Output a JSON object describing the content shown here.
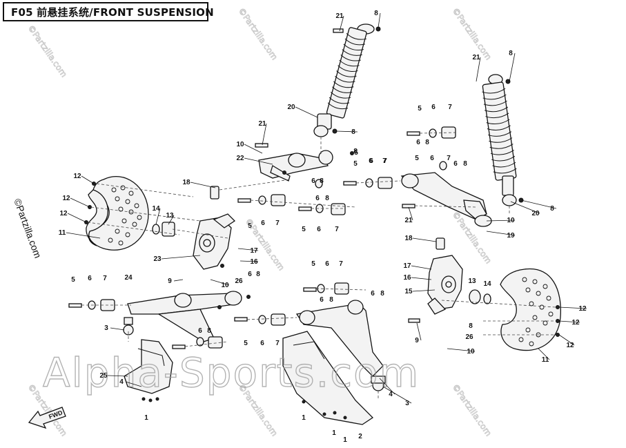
{
  "header": {
    "title": "F05 前悬挂系统/FRONT SUSPENSION"
  },
  "watermarks": {
    "main": "Alpha-Sports.com",
    "side": "©Partzilla.com",
    "corner": "©Partzilla.com"
  },
  "direction_label": "FWD",
  "callouts": [
    {
      "id": "c21a",
      "label": "21"
    },
    {
      "id": "c8a",
      "label": "8"
    },
    {
      "id": "c20a",
      "label": "20"
    },
    {
      "id": "c8b",
      "label": "8"
    },
    {
      "id": "c21b",
      "label": "21"
    },
    {
      "id": "c10a",
      "label": "10"
    },
    {
      "id": "c22",
      "label": "22"
    },
    {
      "id": "c8c",
      "label": "8"
    },
    {
      "id": "c5a",
      "label": "5"
    },
    {
      "id": "c6a",
      "label": "6"
    },
    {
      "id": "c7a",
      "label": "7"
    },
    {
      "id": "c18a",
      "label": "18"
    },
    {
      "id": "c12a",
      "label": "12"
    },
    {
      "id": "c12b",
      "label": "12"
    },
    {
      "id": "c12c",
      "label": "12"
    },
    {
      "id": "c11a",
      "label": "11"
    },
    {
      "id": "c14a",
      "label": "14"
    },
    {
      "id": "c13a",
      "label": "13"
    },
    {
      "id": "c5b",
      "label": "5"
    },
    {
      "id": "c6b",
      "label": "6"
    },
    {
      "id": "c7b",
      "label": "7"
    },
    {
      "id": "c6c",
      "label": "6"
    },
    {
      "id": "c8d",
      "label": "8"
    },
    {
      "id": "c5c",
      "label": "5"
    },
    {
      "id": "c6d",
      "label": "6"
    },
    {
      "id": "c7c",
      "label": "7"
    },
    {
      "id": "c17a",
      "label": "17"
    },
    {
      "id": "c16a",
      "label": "16"
    },
    {
      "id": "c23",
      "label": "23"
    },
    {
      "id": "c9a",
      "label": "9"
    },
    {
      "id": "c10b",
      "label": "10"
    },
    {
      "id": "c26a",
      "label": "26"
    },
    {
      "id": "c6e",
      "label": "6"
    },
    {
      "id": "c8e",
      "label": "8"
    },
    {
      "id": "c5d",
      "label": "5"
    },
    {
      "id": "c6f",
      "label": "6"
    },
    {
      "id": "c7d",
      "label": "7"
    },
    {
      "id": "c24",
      "label": "24"
    },
    {
      "id": "c3a",
      "label": "3"
    },
    {
      "id": "c6g",
      "label": "6"
    },
    {
      "id": "c8f",
      "label": "8"
    },
    {
      "id": "c5e",
      "label": "5"
    },
    {
      "id": "c6h",
      "label": "6"
    },
    {
      "id": "c7e",
      "label": "7"
    },
    {
      "id": "c25",
      "label": "25"
    },
    {
      "id": "c4a",
      "label": "4"
    },
    {
      "id": "c1a",
      "label": "1"
    },
    {
      "id": "c21c",
      "label": "21"
    },
    {
      "id": "c8g",
      "label": "8"
    },
    {
      "id": "c6i",
      "label": "6"
    },
    {
      "id": "c7f",
      "label": "7"
    },
    {
      "id": "c5f",
      "label": "5"
    },
    {
      "id": "c6j",
      "label": "6"
    },
    {
      "id": "c8h",
      "label": "8"
    },
    {
      "id": "c5g",
      "label": "5"
    },
    {
      "id": "c6k",
      "label": "6"
    },
    {
      "id": "c7g",
      "label": "7"
    },
    {
      "id": "c6l",
      "label": "6"
    },
    {
      "id": "c8i",
      "label": "8"
    },
    {
      "id": "c21d",
      "label": "21"
    },
    {
      "id": "c10c",
      "label": "10"
    },
    {
      "id": "c8j",
      "label": "8"
    },
    {
      "id": "c20b",
      "label": "20"
    },
    {
      "id": "c19",
      "label": "19"
    },
    {
      "id": "c18b",
      "label": "18"
    },
    {
      "id": "c17b",
      "label": "17"
    },
    {
      "id": "c16b",
      "label": "16"
    },
    {
      "id": "c15",
      "label": "15"
    },
    {
      "id": "c13b",
      "label": "13"
    },
    {
      "id": "c14b",
      "label": "14"
    },
    {
      "id": "c12d",
      "label": "12"
    },
    {
      "id": "c12e",
      "label": "12"
    },
    {
      "id": "c12f",
      "label": "12"
    },
    {
      "id": "c11b",
      "label": "11"
    },
    {
      "id": "c8k",
      "label": "8"
    },
    {
      "id": "c26b",
      "label": "26"
    },
    {
      "id": "c9b",
      "label": "9"
    },
    {
      "id": "c10d",
      "label": "10"
    },
    {
      "id": "c3b",
      "label": "3"
    },
    {
      "id": "c4b",
      "label": "4"
    },
    {
      "id": "c1b",
      "label": "1"
    },
    {
      "id": "c1c",
      "label": "1"
    },
    {
      "id": "c2",
      "label": "2"
    },
    {
      "id": "c1d",
      "label": "1"
    },
    {
      "id": "c5h",
      "label": "5"
    },
    {
      "id": "c6m",
      "label": "6"
    },
    {
      "id": "c7h",
      "label": "7"
    },
    {
      "id": "c6n",
      "label": "6"
    },
    {
      "id": "c8l",
      "label": "8"
    },
    {
      "id": "c6o",
      "label": "6"
    },
    {
      "id": "c8m",
      "label": "8"
    },
    {
      "id": "c5i",
      "label": "5"
    },
    {
      "id": "c6p",
      "label": "6"
    },
    {
      "id": "c7i",
      "label": "7"
    },
    {
      "id": "c6q",
      "label": "6"
    },
    {
      "id": "c8n",
      "label": "8"
    }
  ]
}
